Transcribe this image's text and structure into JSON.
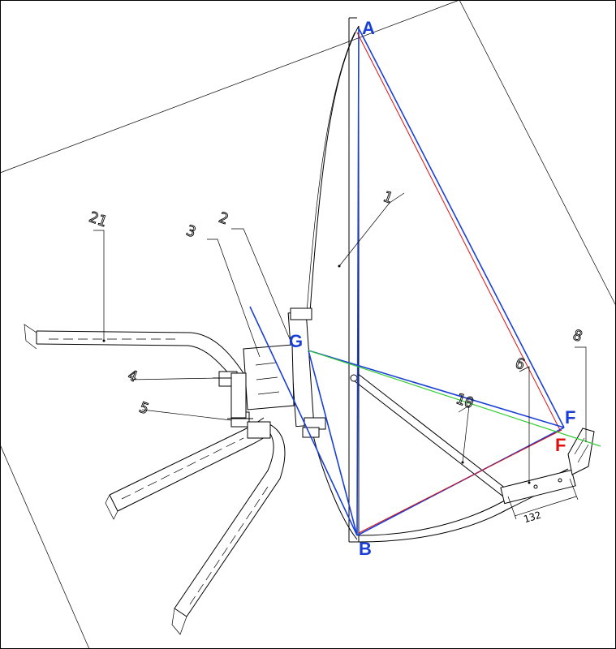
{
  "diagram": {
    "points": {
      "A": {
        "label": "A",
        "color": "#1a3fd6"
      },
      "B": {
        "label": "B",
        "color": "#1a3fd6"
      },
      "G": {
        "label": "G",
        "color": "#1a3fd6"
      },
      "F_blue": {
        "label": "F",
        "color": "#1a3fd6"
      },
      "F_red": {
        "label": "F",
        "color": "#e01010"
      }
    },
    "part_numbers": {
      "p1": "1",
      "p2": "2",
      "p3": "3",
      "p4": "4",
      "p5": "5",
      "p6": "6",
      "p8": "8",
      "p10": "10",
      "p21": "21"
    },
    "dimension": "132",
    "colors": {
      "line_blue": "#1a3fd6",
      "line_red": "#e01010",
      "line_green": "#33cc33",
      "drawing": "#000000"
    }
  }
}
